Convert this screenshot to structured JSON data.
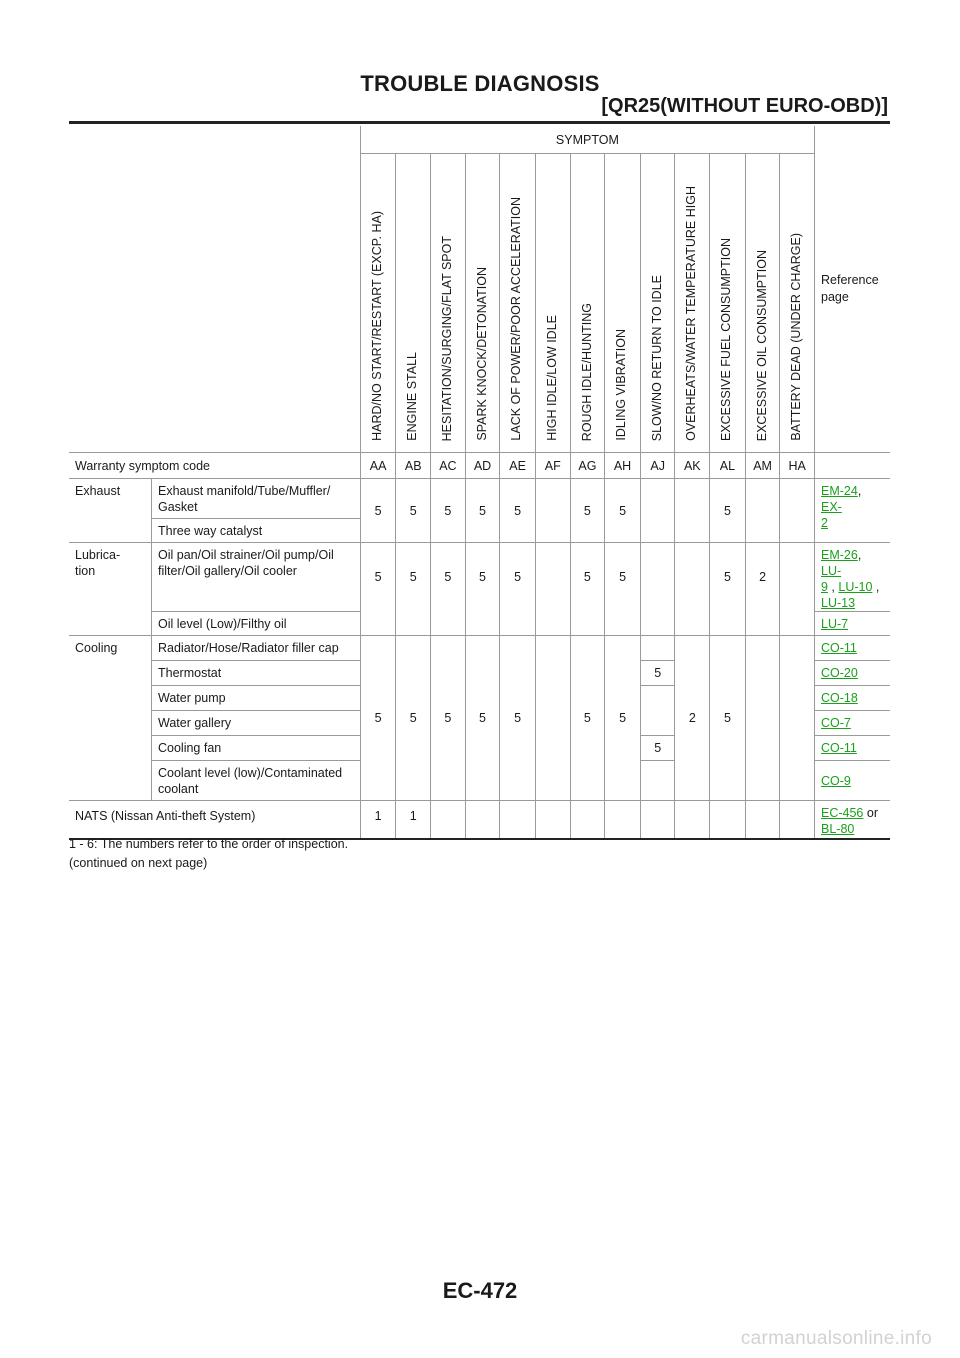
{
  "header": {
    "title": "TROUBLE DIAGNOSIS",
    "subtitle": "[QR25(WITHOUT EURO-OBD)]"
  },
  "table": {
    "symptom_header": "SYMPTOM",
    "reference_header": "Reference page",
    "symptoms": [
      "HARD/NO START/RESTART (EXCP. HA)",
      "ENGINE STALL",
      "HESITATION/SURGING/FLAT SPOT",
      "SPARK KNOCK/DETONATION",
      "LACK OF POWER/POOR ACCELERATION",
      "HIGH IDLE/LOW IDLE",
      "ROUGH IDLE/HUNTING",
      "IDLING VIBRATION",
      "SLOW/NO RETURN TO IDLE",
      "OVERHEATS/WATER TEMPERATURE HIGH",
      "EXCESSIVE FUEL CONSUMPTION",
      "EXCESSIVE OIL CONSUMPTION",
      "BATTERY DEAD (UNDER CHARGE)"
    ],
    "warranty_label": "Warranty symptom code",
    "codes": [
      "AA",
      "AB",
      "AC",
      "AD",
      "AE",
      "AF",
      "AG",
      "AH",
      "AJ",
      "AK",
      "AL",
      "AM",
      "HA"
    ],
    "exhaust": {
      "category": "Exhaust",
      "item1": "Exhaust manifold/Tube/Muffler/ Gasket",
      "item2": "Three way catalyst",
      "values": [
        "5",
        "5",
        "5",
        "5",
        "5",
        "",
        "5",
        "5",
        "",
        "",
        "5",
        "",
        ""
      ],
      "ref_link1": "EM-24",
      "ref_sep": ", ",
      "ref_link2a": "EX-",
      "ref_link2b": "2"
    },
    "lubrication": {
      "category_a": "Lubrica-",
      "category_b": "tion",
      "item1": "Oil pan/Oil strainer/Oil pump/Oil filter/Oil gallery/Oil cooler",
      "item2": "Oil level (Low)/Filthy oil",
      "values": [
        "5",
        "5",
        "5",
        "5",
        "5",
        "",
        "5",
        "5",
        "",
        "",
        "5",
        "2",
        ""
      ],
      "ref_link1": "EM-26",
      "ref_sep1": ", ",
      "ref_link2a": "LU-",
      "ref_link2b": "9",
      "ref_sep2": " , ",
      "ref_link3": "LU-10",
      "ref_sep3": " ,",
      "ref_link4": "LU-13",
      "ref_item2": "LU-7"
    },
    "cooling": {
      "category": "Cooling",
      "items": [
        "Radiator/Hose/Radiator filler cap",
        "Thermostat",
        "Water pump",
        "Water gallery",
        "Cooling fan",
        "Coolant level (low)/Contaminated coolant"
      ],
      "refs": [
        "CO-11",
        "CO-20",
        "CO-18",
        "CO-7",
        "CO-11",
        "CO-9"
      ],
      "values": [
        "5",
        "5",
        "5",
        "5",
        "5",
        "",
        "5",
        "5",
        "",
        "2",
        "5",
        "",
        ""
      ],
      "slow_return_thermostat": "5",
      "slow_return_cooling_fan": "5"
    },
    "nats": {
      "label": "NATS (Nissan Anti-theft System)",
      "values": [
        "1",
        "1"
      ],
      "ref_link1": "EC-456",
      "ref_or": " or",
      "ref_link2": "BL-80"
    }
  },
  "footnotes": {
    "note": "1 - 6: The numbers refer to the order of inspection.",
    "continued": "(continued on next page)"
  },
  "page_number": "EC-472",
  "watermark": "carmanualsonline.info"
}
